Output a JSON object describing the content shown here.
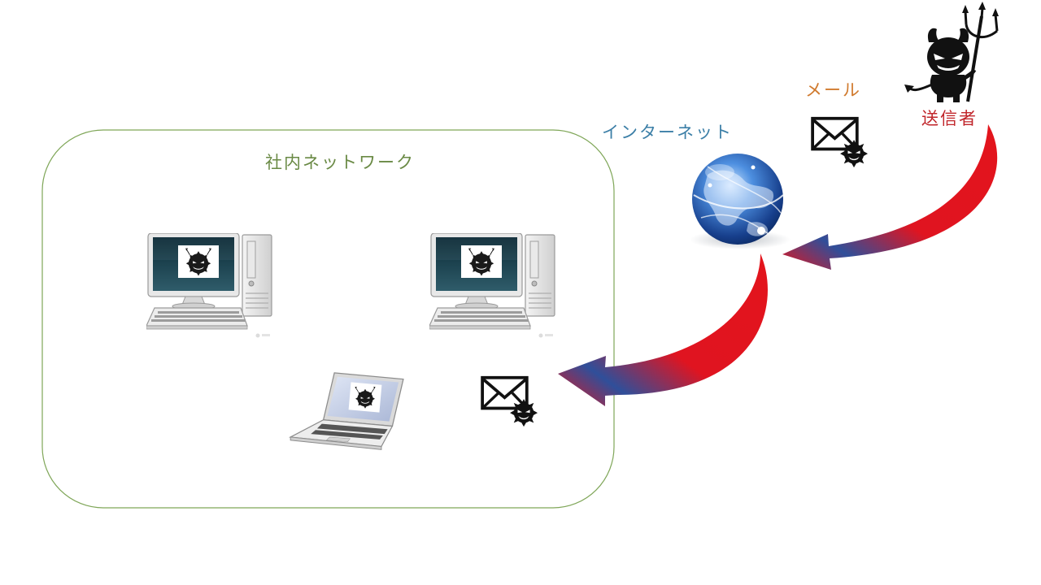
{
  "labels": {
    "network": "社内ネットワーク",
    "internet": "インターネット",
    "mail": "メール",
    "sender": "送信者"
  },
  "colors": {
    "network_border": "#7fa658",
    "network_label": "#6a8a45",
    "internet_label": "#3c7fa7",
    "mail_label": "#d07a2e",
    "sender_label": "#c0252a",
    "arrow_red": "#e3141c",
    "arrow_blue": "#1f4f9a"
  },
  "icons": {
    "sender": "devil-icon",
    "mail_outside": "malicious-mail-icon",
    "internet": "globe-icon",
    "mail_inside": "malicious-mail-icon",
    "computers": [
      "desktop-computer-icon",
      "desktop-computer-icon",
      "laptop-computer-icon"
    ],
    "virus": "virus-icon"
  }
}
